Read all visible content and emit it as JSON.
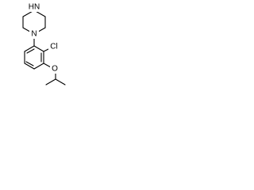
{
  "molecule": {
    "atoms": {
      "piperazine_nh": "HN",
      "piperazine_n": "N",
      "chloro": "Cl",
      "ether_o": "O"
    }
  }
}
